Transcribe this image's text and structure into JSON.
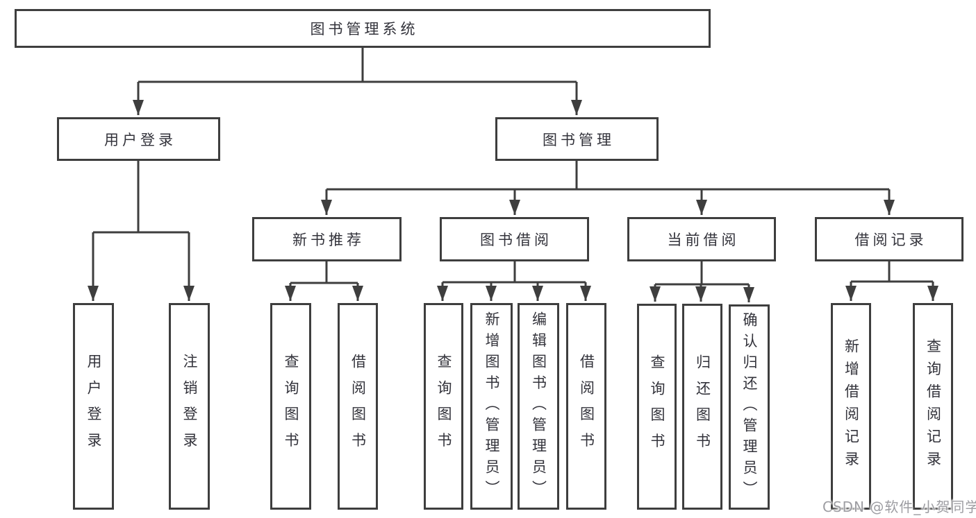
{
  "diagram": {
    "title": "图书管理系统",
    "colors": {
      "line": "#3e3e3e",
      "text": "#33333b",
      "box_background": "#ffffff",
      "watermark": "#9d9da2",
      "background": "#ffffff"
    },
    "nodes": {
      "root": {
        "label": "图书管理系统"
      },
      "branches": [
        {
          "label": "用户登录"
        },
        {
          "label": "图书管理"
        }
      ],
      "sections": [
        {
          "label": "新书推荐",
          "parent": "图书管理"
        },
        {
          "label": "图书借阅",
          "parent": "图书管理"
        },
        {
          "label": "当前借阅",
          "parent": "图书管理"
        },
        {
          "label": "借阅记录",
          "parent": "图书管理"
        }
      ],
      "leaves": [
        {
          "label": "用户登录",
          "parent": "用户登录"
        },
        {
          "label": "注销登录",
          "parent": "用户登录"
        },
        {
          "label": "查询图书",
          "parent": "新书推荐"
        },
        {
          "label": "借阅图书",
          "parent": "新书推荐"
        },
        {
          "label": "查询图书",
          "parent": "图书借阅"
        },
        {
          "label": "新增图书（管理员）",
          "parent": "图书借阅"
        },
        {
          "label": "编辑图书（管理员）",
          "parent": "图书借阅"
        },
        {
          "label": "借阅图书",
          "parent": "图书借阅"
        },
        {
          "label": "查询图书",
          "parent": "当前借阅"
        },
        {
          "label": "归还图书",
          "parent": "当前借阅"
        },
        {
          "label": "确认归还（管理员）",
          "parent": "当前借阅"
        },
        {
          "label": "新增借阅记录",
          "parent": "借阅记录"
        },
        {
          "label": "查询借阅记录",
          "parent": "借阅记录"
        }
      ]
    }
  },
  "watermark": {
    "text": "CSDN @软件_小贺同学"
  }
}
